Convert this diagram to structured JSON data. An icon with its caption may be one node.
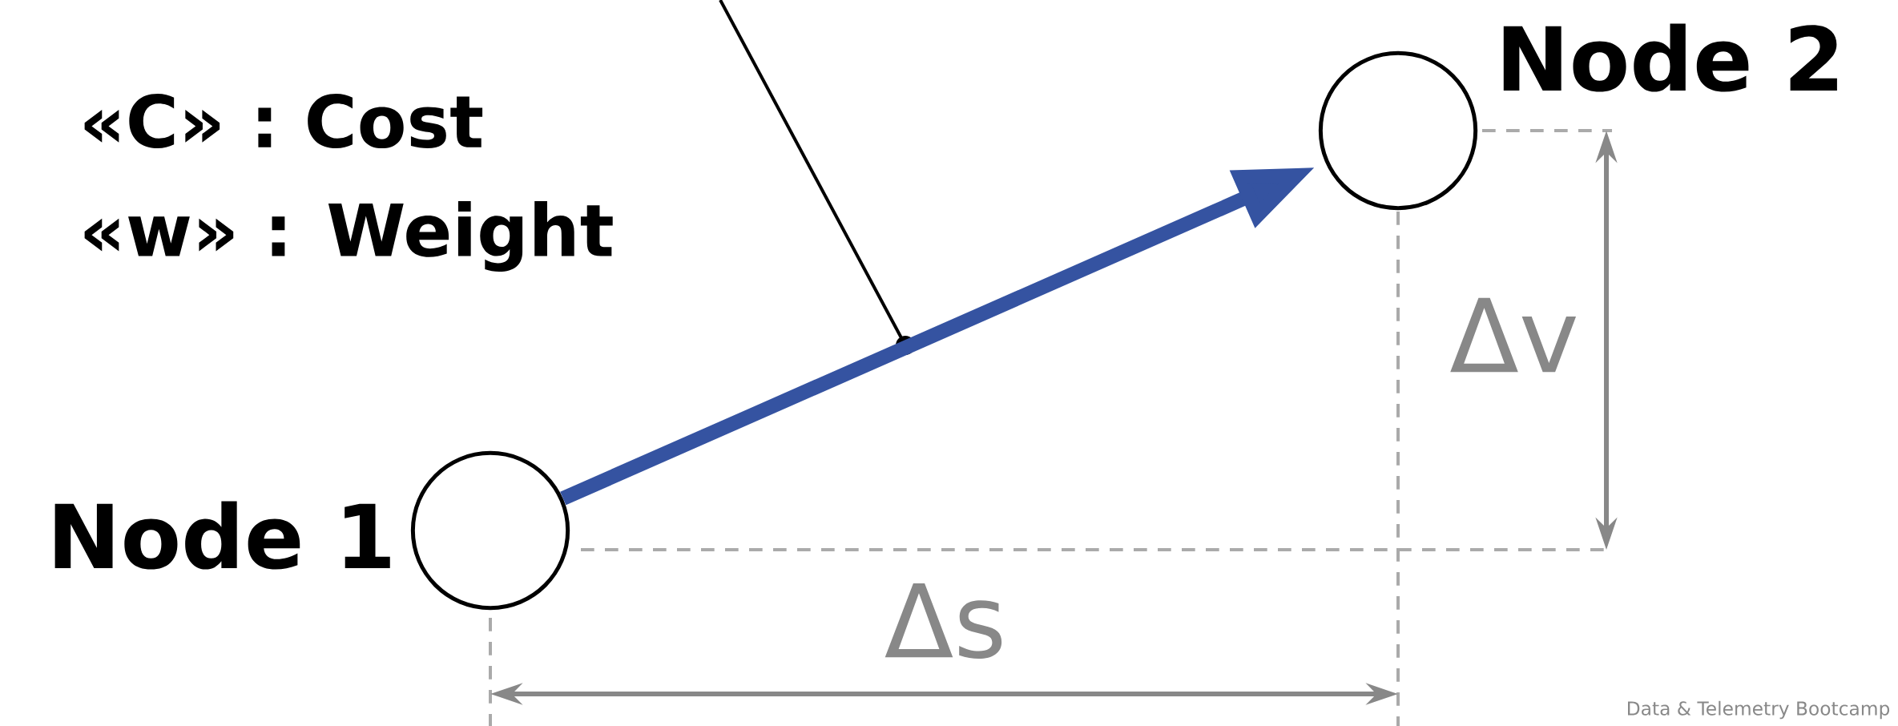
{
  "diagram": {
    "nodes": [
      {
        "text": [
          "Node 1"
        ]
      },
      {
        "text": [
          "Node 2"
        ]
      }
    ],
    "edges": [
      {
        "from": 0,
        "to": 1,
        "arrow": "to"
      }
    ],
    "labels": [
      "«C» : Cost",
      "«w» : Weight",
      "Δv",
      "Δs",
      "Data & Telemetry Bootcamp"
    ]
  }
}
